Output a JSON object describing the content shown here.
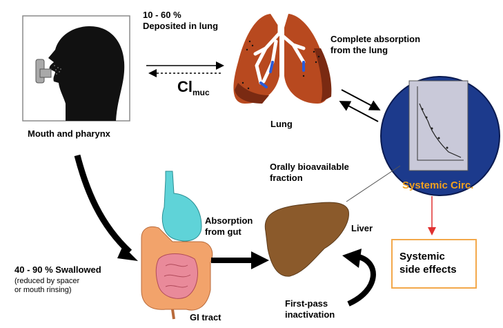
{
  "labels": {
    "deposited": "10 - 60 %\nDeposited in lung",
    "cl_main": "Cl",
    "cl_sub": "muc",
    "complete_absorption": "Complete absorption\nfrom the lung",
    "mouth": "Mouth and pharynx",
    "lung": "Lung",
    "oral_fraction": "Orally bioavailable\nfraction",
    "systemic_circ": "Systemic Circ.",
    "absorption_gut": "Absorption\nfrom gut",
    "liver": "Liver",
    "swallowed": "40 - 90 % Swallowed",
    "swallowed_note": "(reduced by spacer\nor mouth rinsing)",
    "gi_tract": "GI tract",
    "first_pass": "First-pass\ninactivation",
    "side_effects": "Systemic\nside effects"
  },
  "colors": {
    "lung": "#b8491f",
    "lung_dark": "#7a2a12",
    "circle": "#1c3a8c",
    "stomach": "#5fd3d8",
    "intestine": "#f2a36b",
    "colon": "#e98a9a",
    "liver": "#8b5a2b",
    "accent_orange": "#f0a020",
    "box_border": "#f3a84a",
    "red_arrow": "#e03030"
  }
}
